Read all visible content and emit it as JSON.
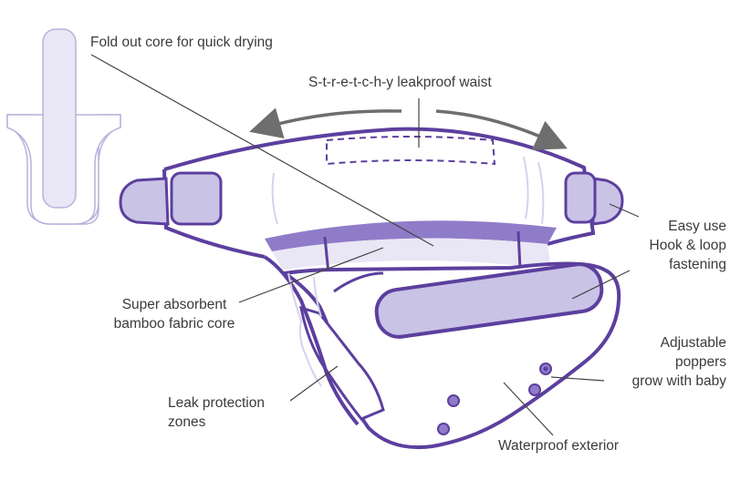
{
  "colors": {
    "outline": "#5c3f9e",
    "fill_light": "#e9e6f5",
    "fill_mid": "#c9c3e6",
    "fill_dark": "#8f7cc9",
    "leader": "#444444",
    "arrow": "#6e6e6e",
    "text": "#3b3b3b"
  },
  "labels": {
    "fold_out_core": "Fold out core for quick drying",
    "stretchy_waist": "S-t-r-e-t-c-h-y leakproof waist",
    "hook_loop": [
      "Easy use",
      "Hook & loop",
      "fastening"
    ],
    "absorbent_core": [
      "Super absorbent",
      "bamboo fabric core"
    ],
    "adjustable_poppers": [
      "Adjustable",
      "poppers",
      "grow with baby"
    ],
    "leak_protection": [
      "Leak protection",
      "zones"
    ],
    "waterproof_exterior": "Waterproof exterior"
  },
  "icons": {
    "waist_arrows": "curved-double-arrow-icon",
    "popper": "snap-popper-icon"
  }
}
